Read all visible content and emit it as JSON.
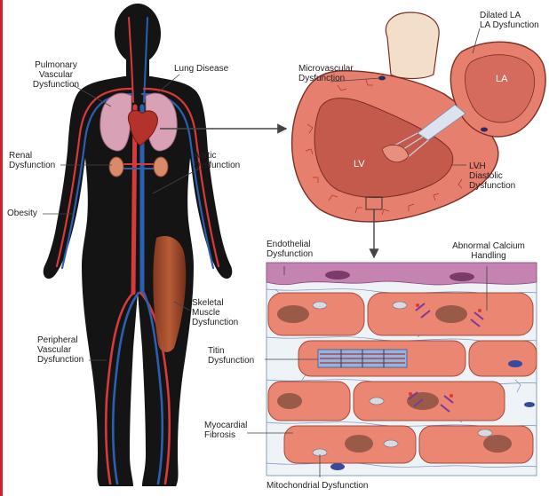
{
  "labels": {
    "pulmonary": "Pulmonary\nVascular\nDysfunction",
    "lung_disease": "Lung Disease",
    "renal": "Renal\nDysfunction",
    "aortic": "Aortic\nDysfunction",
    "obesity": "Obesity",
    "skeletal_muscle": "Skeletal\nMuscle\nDysfunction",
    "peripheral": "Peripheral\nVascular\nDysfunction",
    "dilated_la": "Dilated LA\nLA Dysfunction",
    "microvascular": "Microvascular\nDysfunction",
    "la": "LA",
    "lv": "LV",
    "lvh": "LVH\nDiastolic\nDysfunction",
    "endothelial": "Endothelial\nDysfunction",
    "calcium": "Abnormal Calcium\nHandling",
    "titin": "Titin\nDysfunction",
    "fibrosis": "Myocardial\nFibrosis",
    "mitochondrial": "Mitochondrial Dysfunction"
  },
  "colors": {
    "body": "#141414",
    "artery": "#d83a3a",
    "vein": "#2b5fb0",
    "heart_wall": "#e77f6f",
    "cell": "#eb8672",
    "nucleus": "#9a5a48",
    "fibrosis": "#4a6fb0",
    "endothelium": "#b06a9c"
  }
}
